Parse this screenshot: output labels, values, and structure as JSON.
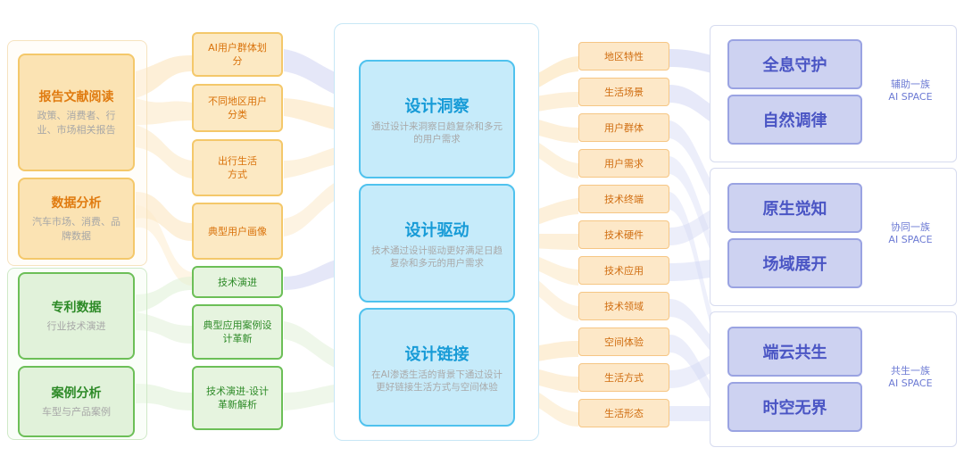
{
  "sources": [
    {
      "title": "报告文献阅读",
      "desc": "政策、消费者、行业、市场相关报告"
    },
    {
      "title": "数据分析",
      "desc": "汽车市场、消费、品牌数据"
    },
    {
      "title": "专利数据",
      "desc": "行业技术演进"
    },
    {
      "title": "案例分析",
      "desc": "车型与产品案例"
    }
  ],
  "middle": [
    "AI用户群体划分",
    "不同地区用户分类",
    "出行生活方式",
    "典型用户画像",
    "技术演进",
    "典型应用案例设计革新",
    "技术演进-设计革新解析"
  ],
  "core": [
    {
      "title": "设计洞察",
      "desc": "通过设计来洞察日趋复杂和多元的用户需求"
    },
    {
      "title": "设计驱动",
      "desc": "技术通过设计驱动更好满足日趋复杂和多元的用户需求"
    },
    {
      "title": "设计链接",
      "desc": "在AI渗透生活的背景下通过设计更好链接生活方式与空间体验"
    }
  ],
  "tags": [
    "地区特性",
    "生活场景",
    "用户群体",
    "用户需求",
    "技术终端",
    "技术硬件",
    "技术应用",
    "技术领域",
    "空间体验",
    "生活方式",
    "生活形态"
  ],
  "spaces": [
    "全息守护",
    "自然调律",
    "原生觉知",
    "场域展开",
    "端云共生",
    "时空无界"
  ],
  "groups": [
    {
      "name": "辅助一族",
      "sub": "AI SPACE"
    },
    {
      "name": "协同一族",
      "sub": "AI SPACE"
    },
    {
      "name": "共生一族",
      "sub": "AI SPACE"
    }
  ],
  "colors": {
    "orange": "#f4c86a",
    "green": "#6cbf57",
    "blue": "#4fc2ee",
    "purple": "#9aa3e2"
  }
}
